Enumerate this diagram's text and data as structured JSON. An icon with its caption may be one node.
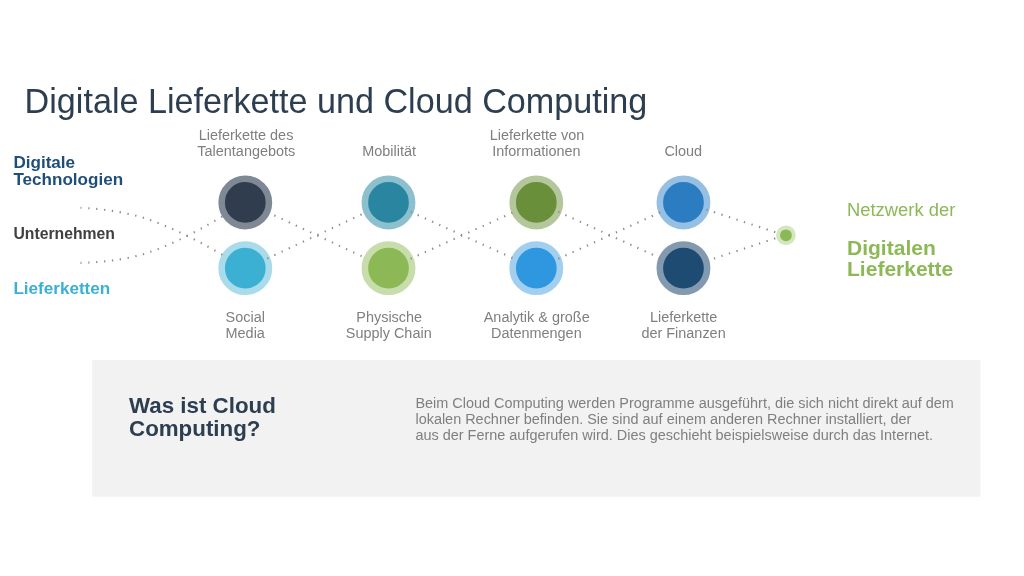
{
  "diagram": {
    "title": "Digitale Lieferkette und Cloud Computing",
    "nodes": [
      {
        "text": [],
        "shape": "circle",
        "beside": [
          "Lieferkette des Talentangebots"
        ]
      },
      {
        "text": [],
        "shape": "circle",
        "beside": [
          "Social Media"
        ]
      },
      {
        "text": [],
        "shape": "circle",
        "beside": [
          "Mobilität"
        ]
      },
      {
        "text": [],
        "shape": "circle",
        "beside": [
          "Physische Supply Chain"
        ]
      },
      {
        "text": [],
        "shape": "circle",
        "beside": [
          "Lieferkette von Informationen"
        ]
      },
      {
        "text": [],
        "shape": "circle",
        "beside": [
          "Analytik & große Datenmengen"
        ]
      },
      {
        "text": [],
        "shape": "circle",
        "beside": [
          "Cloud"
        ]
      },
      {
        "text": [],
        "shape": "circle",
        "beside": [
          "Lieferkette der Finanzen"
        ]
      },
      {
        "text": [],
        "shape": "circle",
        "beside": [
          "Netzwerk der",
          "Digitalen Lieferkette"
        ]
      },
      {
        "text": [
          "Was ist Cloud Computing?",
          "Beim Cloud Computing werden Programme ausgeführt, die sich nicht direkt auf dem lokalen Rechner befinden. Sie sind auf einem anderen Rechner installiert, der aus der Ferne aufgerufen wird. Dies geschieht beispielsweise durch das Internet."
        ]
      }
    ],
    "edges": [
      {
        "from": null,
        "to": 1,
        "arrow": "none",
        "style": "dashed"
      },
      {
        "from": null,
        "to": 0,
        "arrow": "none",
        "style": "dashed"
      },
      {
        "from": 0,
        "to": 3,
        "arrow": "none",
        "style": "dashed"
      },
      {
        "from": 1,
        "to": 2,
        "arrow": "none",
        "style": "dashed"
      },
      {
        "from": 2,
        "to": 5,
        "arrow": "none",
        "style": "dashed"
      },
      {
        "from": 3,
        "to": 4,
        "arrow": "none",
        "style": "dashed"
      },
      {
        "from": 4,
        "to": 7,
        "arrow": "none",
        "style": "dashed"
      },
      {
        "from": 5,
        "to": 6,
        "arrow": "none",
        "style": "dashed"
      },
      {
        "from": 6,
        "to": 8,
        "arrow": "none",
        "style": "dashed"
      },
      {
        "from": 7,
        "to": 8,
        "arrow": "none",
        "style": "dashed"
      }
    ],
    "labels": [
      "Digitale Technologien",
      "Unternehmen",
      "Lieferketten"
    ]
  }
}
